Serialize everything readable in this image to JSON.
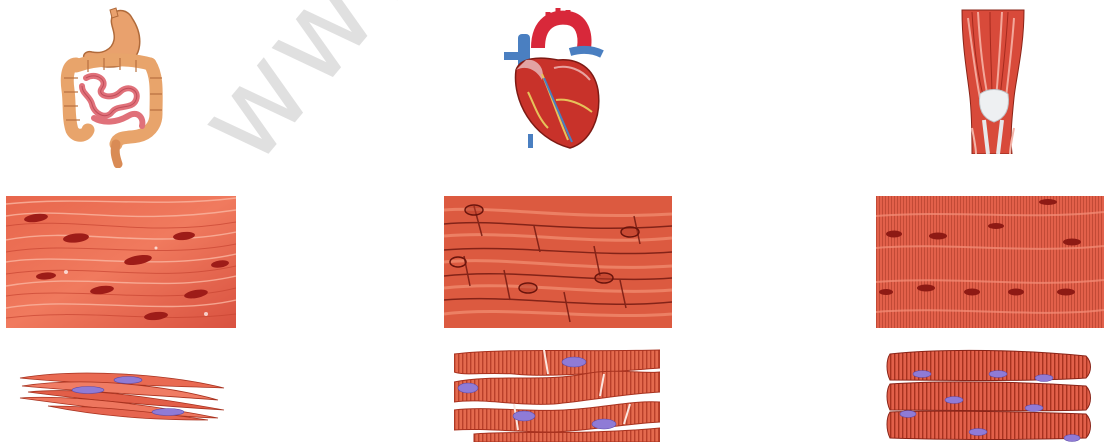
{
  "watermark": {
    "text": "www.stu"
  },
  "columns": [
    {
      "id": "smooth",
      "organ_icon": "digestive-system-icon",
      "tissue": "smooth-muscle"
    },
    {
      "id": "cardiac",
      "organ_icon": "heart-icon",
      "tissue": "cardiac-muscle"
    },
    {
      "id": "skeletal",
      "organ_icon": "leg-muscle-icon",
      "tissue": "skeletal-muscle"
    }
  ],
  "colors": {
    "muscle": "#d9553e",
    "muscle_dark": "#a8321f",
    "muscle_light": "#f08a70",
    "nucleus": "#8f7bd6",
    "heart_red": "#c8322a",
    "vessel_blue": "#4a7fc1",
    "stomach": "#e9a16d"
  }
}
